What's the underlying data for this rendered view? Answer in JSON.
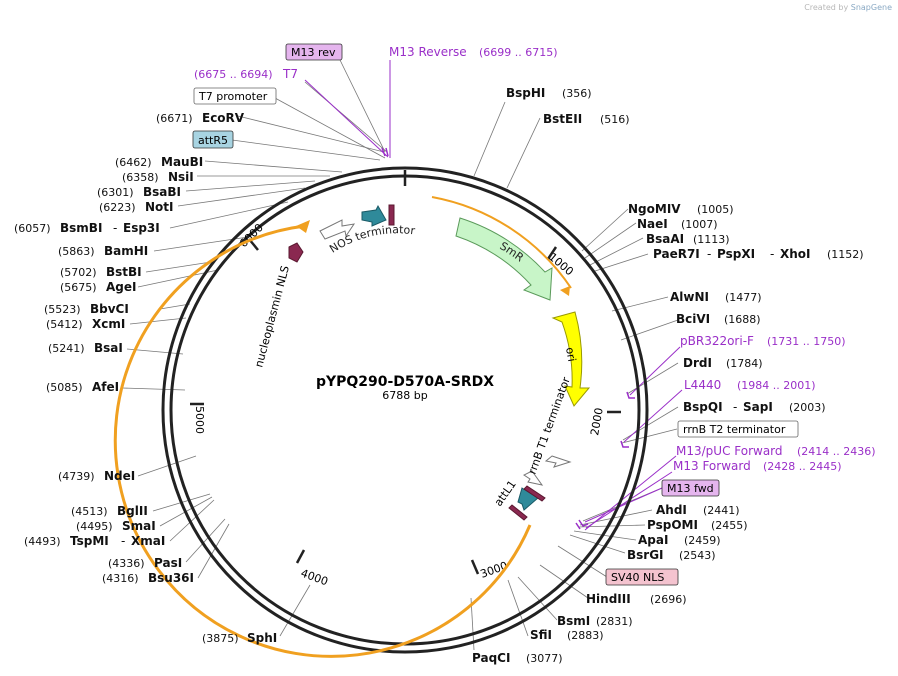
{
  "credit": {
    "prefix": "Created by",
    "brand": "SnapGene"
  },
  "plasmid": {
    "name": "pYPQ290-D570A-SRDX",
    "size": "6788 bp"
  },
  "colors": {
    "purple": "#9a2fc8",
    "ring": "#222222",
    "orange": "#f0a020",
    "smr": "#c8f5c8",
    "ori": "#ffff00",
    "teal": "#2f8a9a",
    "maroon": "#8a2850"
  },
  "ring_ticks": [
    "1000",
    "2000",
    "3000",
    "4000",
    "5000",
    "6000"
  ],
  "features": {
    "smr": "SmR",
    "ori": "ori",
    "rrnb_t1": "rrnB T1 terminator",
    "attl1": "attL1",
    "nos": "NOS terminator",
    "nls": "nucleoplasmin NLS"
  },
  "boxed_labels": [
    {
      "id": "m13rev",
      "text": "M13 rev",
      "style": "purple"
    },
    {
      "id": "t7promoter",
      "text": "T7 promoter",
      "style": "white"
    },
    {
      "id": "attr5",
      "text": "attR5",
      "style": "blue"
    },
    {
      "id": "rrnbt2",
      "text": "rrnB T2 terminator",
      "style": "white"
    },
    {
      "id": "m13fwd",
      "text": "M13 fwd",
      "style": "purple"
    },
    {
      "id": "sv40",
      "text": "SV40 NLS",
      "style": "pink"
    }
  ],
  "primers": [
    {
      "id": "m13reverse",
      "name": "M13 Reverse",
      "range": "(6699 .. 6715)"
    },
    {
      "id": "t7",
      "name": "T7",
      "range": "(6675 .. 6694)"
    },
    {
      "id": "pbr322",
      "name": "pBR322ori-F",
      "range": "(1731 .. 1750)"
    },
    {
      "id": "l4440",
      "name": "L4440",
      "range": "(1984 .. 2001)"
    },
    {
      "id": "m13puc",
      "name": "M13/pUC Forward",
      "range": "(2414 .. 2436)"
    },
    {
      "id": "m13forward",
      "name": "M13 Forward",
      "range": "(2428 .. 2445)"
    }
  ],
  "sites": [
    {
      "id": "bsphi",
      "name": "BspHI",
      "pos": "(356)"
    },
    {
      "id": "bsteii",
      "name": "BstEII",
      "pos": "(516)"
    },
    {
      "id": "ngomiv",
      "name": "NgoMIV",
      "pos": "(1005)"
    },
    {
      "id": "naei",
      "name": "NaeI",
      "pos": "(1007)"
    },
    {
      "id": "bsaai",
      "name": "BsaAI",
      "pos": "(1113)"
    },
    {
      "id": "paer7i",
      "name": "PaeR7I",
      "name2": "PspXI",
      "name3": "XhoI",
      "pos": "(1152)"
    },
    {
      "id": "alwni",
      "name": "AlwNI",
      "pos": "(1477)"
    },
    {
      "id": "bcivi",
      "name": "BciVI",
      "pos": "(1688)"
    },
    {
      "id": "drdi",
      "name": "DrdI",
      "pos": "(1784)"
    },
    {
      "id": "bspqi",
      "name": "BspQI",
      "name2": "SapI",
      "pos": "(2003)"
    },
    {
      "id": "ahdi",
      "name": "AhdI",
      "pos": "(2441)"
    },
    {
      "id": "pspomi",
      "name": "PspOMI",
      "pos": "(2455)"
    },
    {
      "id": "apai",
      "name": "ApaI",
      "pos": "(2459)"
    },
    {
      "id": "bsrgi",
      "name": "BsrGI",
      "pos": "(2543)"
    },
    {
      "id": "hindiii",
      "name": "HindIII",
      "pos": "(2696)"
    },
    {
      "id": "bsmi",
      "name": "BsmI",
      "pos": "(2831)"
    },
    {
      "id": "sfii",
      "name": "SfiI",
      "pos": "(2883)"
    },
    {
      "id": "paqci",
      "name": "PaqCI",
      "pos": "(3077)"
    },
    {
      "id": "sphi",
      "name": "SphI",
      "pos": "(3875)"
    },
    {
      "id": "bsu36i",
      "name": "Bsu36I",
      "pos": "(4316)"
    },
    {
      "id": "pasi",
      "name": "PasI",
      "pos": "(4336)"
    },
    {
      "id": "tspmi",
      "name": "TspMI",
      "name2": "XmaI",
      "pos": "(4493)"
    },
    {
      "id": "smai",
      "name": "SmaI",
      "pos": "(4495)"
    },
    {
      "id": "bglii",
      "name": "BglII",
      "pos": "(4513)"
    },
    {
      "id": "ndei",
      "name": "NdeI",
      "pos": "(4739)"
    },
    {
      "id": "afei",
      "name": "AfeI",
      "pos": "(5085)"
    },
    {
      "id": "bsai",
      "name": "BsaI",
      "pos": "(5241)"
    },
    {
      "id": "xcmi",
      "name": "XcmI",
      "pos": "(5412)"
    },
    {
      "id": "bbvci",
      "name": "BbvCI",
      "pos": "(5523)"
    },
    {
      "id": "agei",
      "name": "AgeI",
      "pos": "(5675)"
    },
    {
      "id": "bstbi",
      "name": "BstBI",
      "pos": "(5702)"
    },
    {
      "id": "bamhi",
      "name": "BamHI",
      "pos": "(5863)"
    },
    {
      "id": "bsmbi",
      "name": "BsmBI",
      "name2": "Esp3I",
      "pos": "(6057)"
    },
    {
      "id": "noti",
      "name": "NotI",
      "pos": "(6223)"
    },
    {
      "id": "bsabi",
      "name": "BsaBI",
      "pos": "(6301)"
    },
    {
      "id": "nsii",
      "name": "NsiI",
      "pos": "(6358)"
    },
    {
      "id": "maubi",
      "name": "MauBI",
      "pos": "(6462)"
    },
    {
      "id": "ecorv",
      "name": "EcoRV",
      "pos": "(6671)"
    }
  ]
}
